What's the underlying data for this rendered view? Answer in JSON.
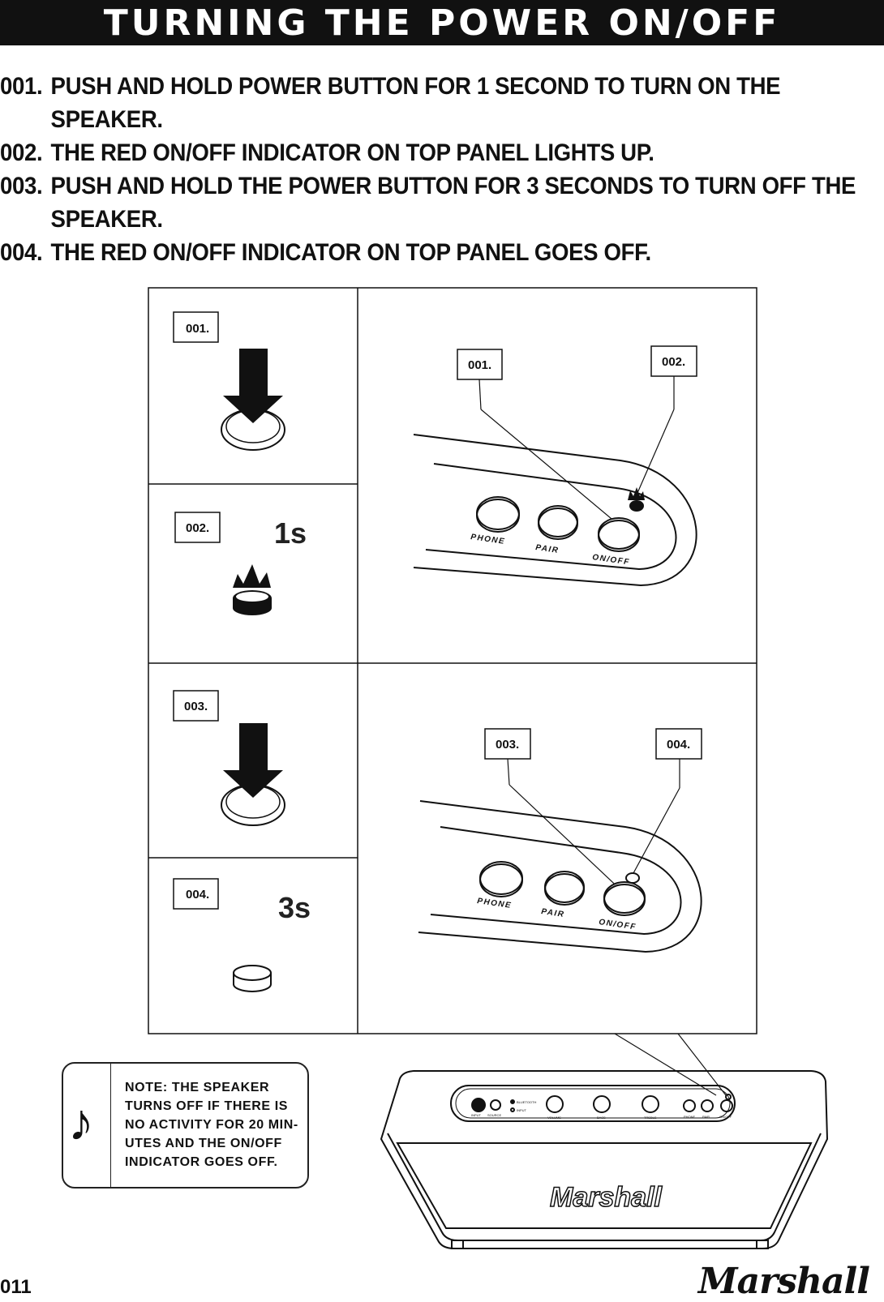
{
  "title": "TURNING THE POWER ON/OFF",
  "steps": [
    {
      "num": "001.",
      "text": "PUSH AND HOLD POWER BUTTON FOR 1 SECOND TO TURN ON THE SPEAKER."
    },
    {
      "num": "002.",
      "text": "THE RED ON/OFF INDICATOR ON TOP PANEL LIGHTS UP."
    },
    {
      "num": "003.",
      "text": "PUSH AND HOLD THE POWER BUTTON FOR 3 SECONDS TO TURN OFF THE SPEAKER."
    },
    {
      "num": "004.",
      "text": "THE RED ON/OFF INDICATOR ON TOP PANEL GOES OFF."
    }
  ],
  "panels": {
    "left_labels": [
      "001.",
      "002.",
      "003.",
      "004."
    ],
    "durations": [
      "1s",
      "3s"
    ],
    "callouts_top": [
      "001.",
      "002."
    ],
    "callouts_bottom": [
      "003.",
      "004."
    ],
    "buttons": [
      "PHONE",
      "PAIR",
      "ON/OFF"
    ]
  },
  "speaker": {
    "brand": "Marshall",
    "panel_labels": [
      "INPUT",
      "SOURCE",
      "BLUETOOTH",
      "INPUT",
      "VOLUME",
      "BASS",
      "TREBLE",
      "PHONE",
      "PAIR",
      "ON/OFF"
    ]
  },
  "note": {
    "icon": "music-note-icon",
    "text": "NOTE: THE SPEAKER TURNS OFF IF THERE IS NO ACTIVITY FOR 20 MIN-UTES AND THE ON/OFF INDICATOR GOES OFF."
  },
  "footer": {
    "page_number": "011",
    "logo": "Marshall"
  }
}
